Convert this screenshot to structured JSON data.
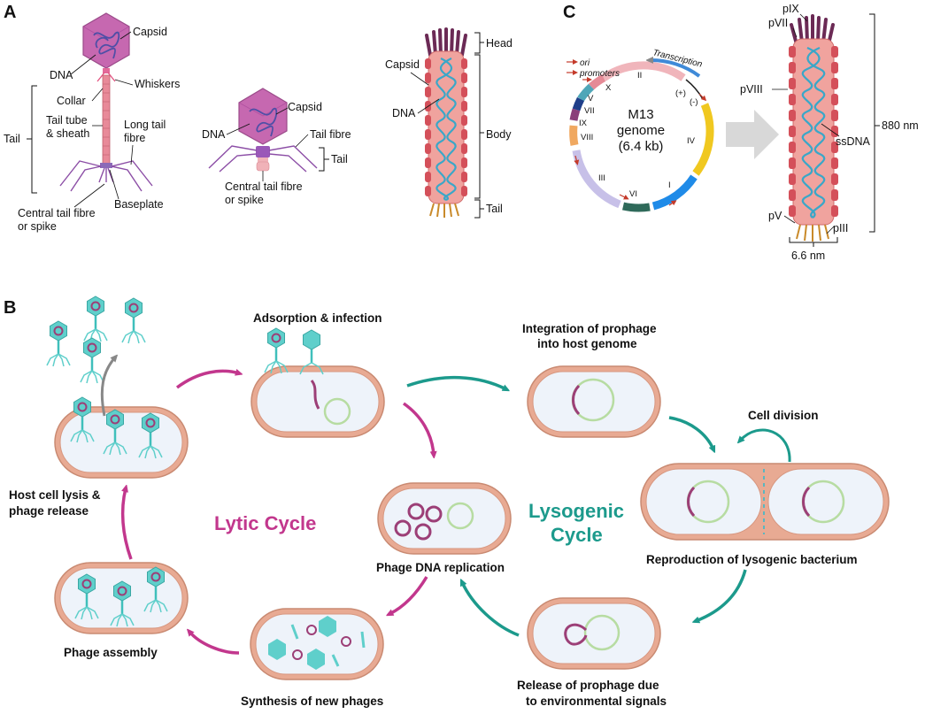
{
  "panels": {
    "a": "A",
    "b": "B",
    "c": "C"
  },
  "panel_a": {
    "capsid_1": "Capsid",
    "dna_1": "DNA",
    "whiskers": "Whiskers",
    "collar": "Collar",
    "tail_1": "Tail",
    "tail_tube_line1": "Tail tube",
    "tail_tube_line2": "& sheath",
    "long_tail_line1": "Long tail",
    "long_tail_line2": "fibre",
    "baseplate": "Baseplate",
    "central_1_line1": "Central tail fibre",
    "central_1_line2": "or spike",
    "capsid_2": "Capsid",
    "dna_2": "DNA",
    "tail_fibre": "Tail fibre",
    "tail_2": "Tail",
    "central_2_line1": "Central tail fibre",
    "central_2_line2": "or spike",
    "head": "Head",
    "capsid_3": "Capsid",
    "dna_3": "DNA",
    "body": "Body",
    "tail_3": "Tail"
  },
  "panel_c": {
    "ori": "ori",
    "promoters": "promoters",
    "transcription": "Transcription",
    "genome_line1": "M13",
    "genome_line2": "genome",
    "genome_line3": "(6.4 kb)",
    "gene_ii": "II",
    "gene_x": "X",
    "gene_v": "V",
    "gene_vii": "VII",
    "gene_ix": "IX",
    "gene_viii": "VIII",
    "gene_iii": "III",
    "gene_vi": "VI",
    "gene_i": "I",
    "gene_iv": "IV",
    "plus": "(+)",
    "minus": "(-)",
    "piX": "pIX",
    "pVII": "pVII",
    "pVIII": "pVIII",
    "ssDNA": "ssDNA",
    "pV": "pV",
    "pIII": "pIII",
    "length": "880 nm",
    "width": "6.6 nm"
  },
  "panel_b": {
    "adsorption": "Adsorption & infection",
    "integration_line1": "Integration of prophage",
    "integration_line2": "into host genome",
    "cell_division": "Cell division",
    "reproduction": "Reproduction of lysogenic bacterium",
    "release_line1": "Release of prophage due",
    "release_line2": "to environmental signals",
    "replication": "Phage DNA replication",
    "synthesis": "Synthesis of new phages",
    "assembly": "Phage assembly",
    "lysis_line1": "Host cell lysis &",
    "lysis_line2": "phage release",
    "lytic_cycle": "Lytic Cycle",
    "lysogenic_line1": "Lysogenic",
    "lysogenic_line2": "Cycle"
  },
  "colors": {
    "lytic": "#c2378d",
    "lysogenic": "#1c9a8c",
    "capsid": "#c668b0",
    "cell_fill": "#eef3fa",
    "cell_wall": "#e3a48c",
    "phage_teal": "#5fcfcb",
    "dna_purple": "#9c3f77",
    "plasmid_green": "#b7dca2"
  }
}
